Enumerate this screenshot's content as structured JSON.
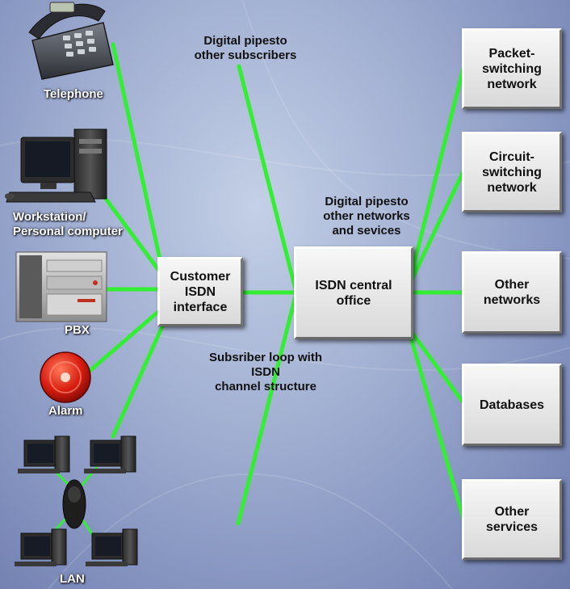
{
  "devices": {
    "telephone": "Telephone",
    "workstation": [
      "Workstation/",
      "Personal computer"
    ],
    "pbx": "PBX",
    "alarm": "Alarm",
    "lan": "LAN"
  },
  "nodes": {
    "customer_interface": [
      "Customer",
      "ISDN",
      "interface"
    ],
    "central_office": [
      "ISDN central",
      "office"
    ]
  },
  "annotations": {
    "pipes_subscribers": [
      "Digital pipesto",
      "other subscribers"
    ],
    "pipes_networks": [
      "Digital pipesto",
      "other networks",
      "and sevices"
    ],
    "subscriber_loop": [
      "Subsriber loop with",
      "ISDN",
      "channel structure"
    ]
  },
  "services": [
    [
      "Packet-",
      "switching",
      "network"
    ],
    [
      "Circuit-",
      "switching",
      "network"
    ],
    [
      "Other",
      "networks"
    ],
    [
      "Databases"
    ],
    [
      "Other",
      "services"
    ]
  ],
  "colors": {
    "link": "#33ee33",
    "box": "#e6e6e6"
  }
}
